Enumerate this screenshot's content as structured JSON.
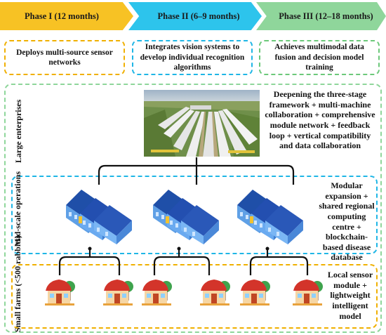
{
  "phases": [
    {
      "title": "Phase I (12 months)",
      "description": "Deploys multi-source sensor networks",
      "color": "#f7c224"
    },
    {
      "title": "Phase II (6–9 months)",
      "description": "Integrates vision systems to develop individual recognition algorithms",
      "color": "#2dc4ec"
    },
    {
      "title": "Phase III (12–18 months)",
      "description": "Achieves multimodal data fusion and decision model training",
      "color": "#8fd69b"
    }
  ],
  "tiers": {
    "large": {
      "label": "Large enterprises",
      "description": "Deepening the three-stage framework + multi-machine collaboration + comprehensive module network + feedback loop + vertical compatibility and data collaboration",
      "image": "aerial-farm-photo"
    },
    "mid": {
      "label": "Mid-scale operations",
      "description": "Modular expansion + shared regional computing centre + blockchain-based disease database",
      "icon": "barn-building-icon",
      "count": 3
    },
    "small": {
      "label": "Small farms (<500 rabbits)",
      "description": "Local sensor module + lightweight intelligent model",
      "icon": "farmhouse-icon",
      "count": 6
    }
  }
}
